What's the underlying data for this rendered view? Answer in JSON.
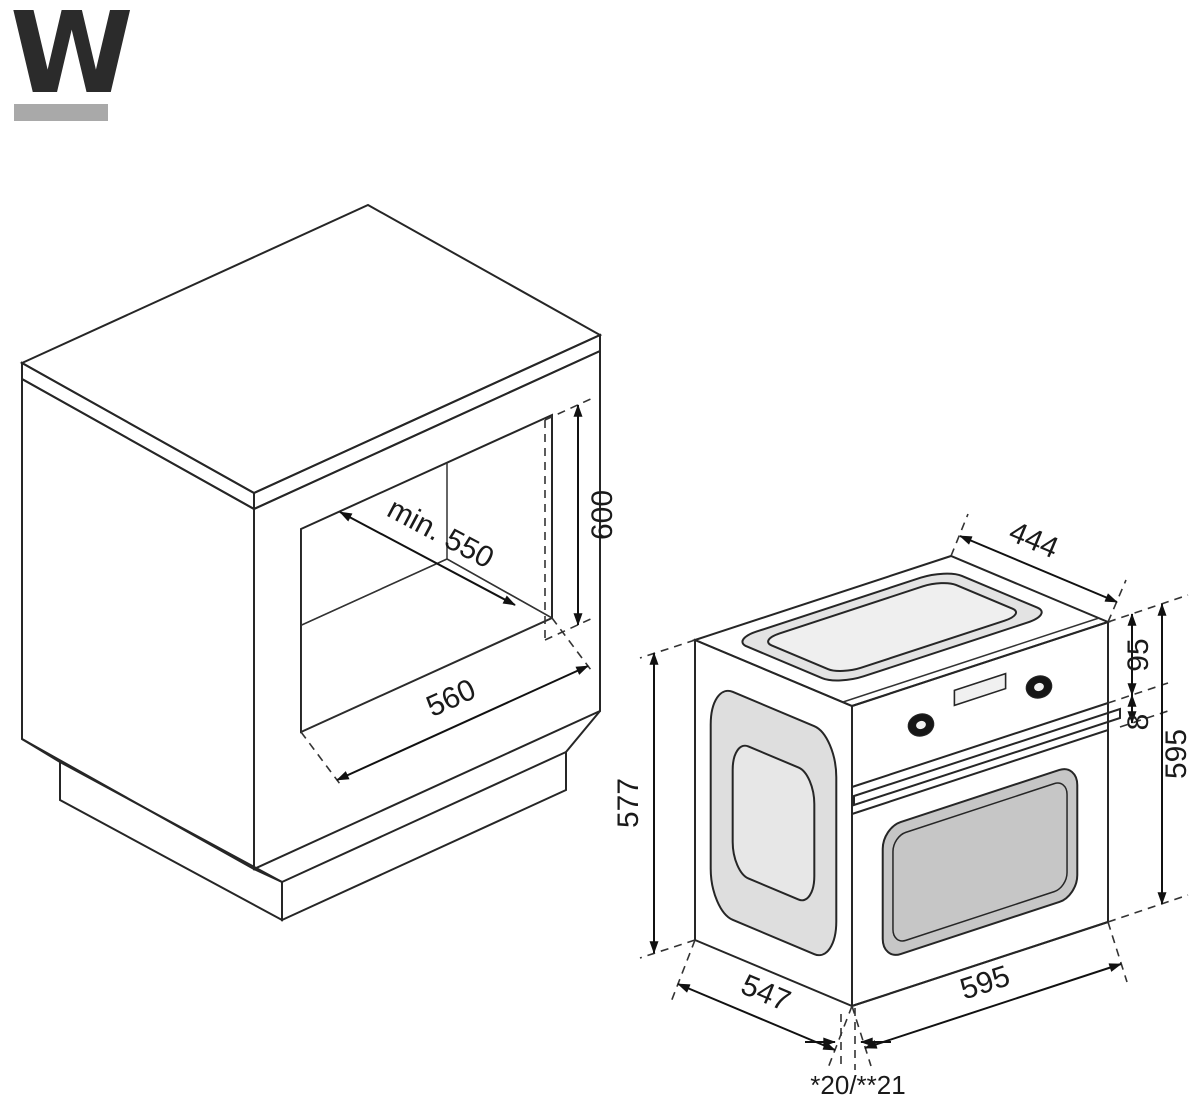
{
  "logo": {
    "mark": "W"
  },
  "cabinet": {
    "min_depth_label": "min. 550",
    "niche_height_label": "600",
    "niche_width_label": "560"
  },
  "oven": {
    "top_depth_label": "444",
    "panel_height_label": "95",
    "overlap_label": "8",
    "height_label": "595",
    "body_height_label": "577",
    "depth_label": "547",
    "width_label": "595",
    "door_protrusion_label": "*20/**21"
  },
  "colors": {
    "line": "#262626",
    "cabinet_top": "#dcdcdc",
    "cabinet_side": "#c6c6c6",
    "cabinet_front": "#d2d2d2",
    "oven_fascia": "#d8d8d8",
    "logo_bar": "#a9a9a9"
  }
}
